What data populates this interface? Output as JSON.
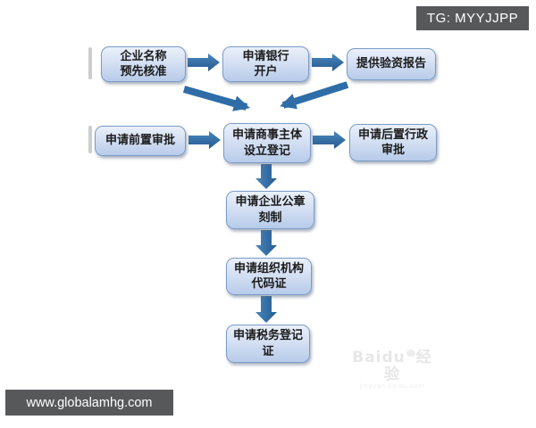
{
  "badge": {
    "text": "TG: MYYJJPP"
  },
  "footer": {
    "url": "www.globalamhg.com"
  },
  "watermark": {
    "brand": "Baidu",
    "brand_suffix": "经验",
    "subtext": "jingyan.baidu.com"
  },
  "flow": {
    "nodes": [
      {
        "id": "enterprise-name-preapproval",
        "line1": "企业名称",
        "line2": "预先核准"
      },
      {
        "id": "bank-account-application",
        "line1": "申请银行",
        "line2": "开户"
      },
      {
        "id": "capital-verification-report",
        "line1": "提供验资报告",
        "line2": ""
      },
      {
        "id": "pre-approval-application",
        "line1": "申请前置审批",
        "line2": ""
      },
      {
        "id": "commercial-entity-registration",
        "line1": "申请商事主体",
        "line2": "设立登记"
      },
      {
        "id": "post-administrative-approval",
        "line1": "申请后置行政",
        "line2": "审批"
      },
      {
        "id": "company-seal-engraving",
        "line1": "申请企业公章",
        "line2": "刻制"
      },
      {
        "id": "organization-code-certificate",
        "line1": "申请组织机构",
        "line2": "代码证"
      },
      {
        "id": "tax-registration-certificate",
        "line1": "申请税务登记",
        "line2": "证"
      }
    ],
    "edges": [
      {
        "from": "enterprise-name-preapproval",
        "to": "bank-account-application"
      },
      {
        "from": "bank-account-application",
        "to": "capital-verification-report"
      },
      {
        "from": "enterprise-name-preapproval",
        "to": "commercial-entity-registration"
      },
      {
        "from": "capital-verification-report",
        "to": "commercial-entity-registration"
      },
      {
        "from": "pre-approval-application",
        "to": "commercial-entity-registration"
      },
      {
        "from": "commercial-entity-registration",
        "to": "post-administrative-approval"
      },
      {
        "from": "commercial-entity-registration",
        "to": "company-seal-engraving"
      },
      {
        "from": "company-seal-engraving",
        "to": "organization-code-certificate"
      },
      {
        "from": "organization-code-certificate",
        "to": "tax-registration-certificate"
      }
    ]
  },
  "colors": {
    "box_fill_top": "#eaf0fa",
    "box_fill_bottom": "#b7cbe9",
    "box_border": "#7b9cc8",
    "arrow_blue": "#2f6da8",
    "bar_background": "#57585a",
    "bar_text": "#ffffff"
  }
}
